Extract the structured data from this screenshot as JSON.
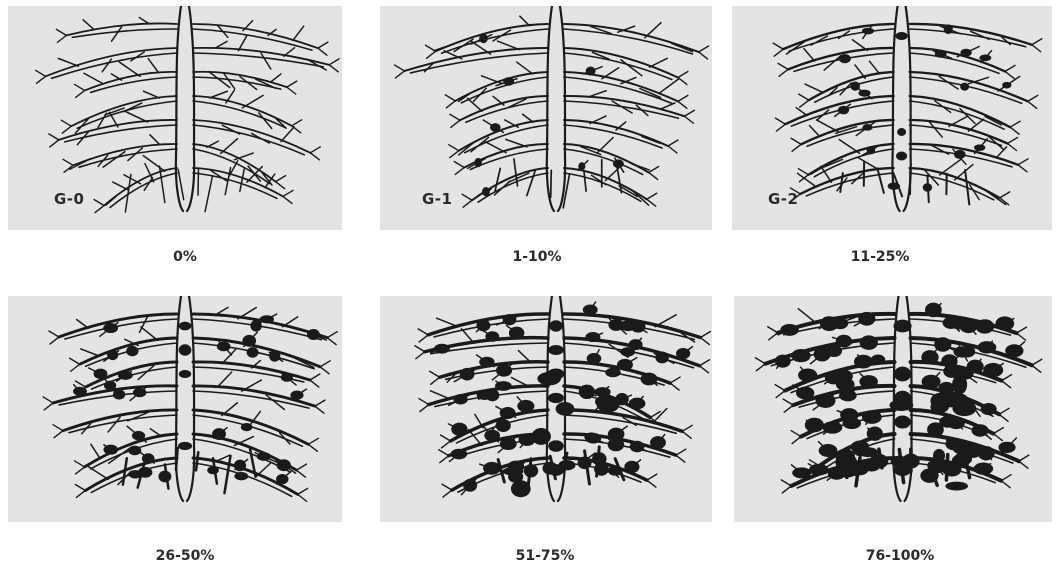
{
  "panels": [
    {
      "grade": "G-0",
      "caption": "0%",
      "gall_level": 0.0
    },
    {
      "grade": "G-1",
      "caption": "1-10%",
      "gall_level": 0.1
    },
    {
      "grade": "G-2",
      "caption": "11-25%",
      "gall_level": 0.25
    },
    {
      "grade": "",
      "caption": "26-50%",
      "gall_level": 0.5
    },
    {
      "grade": "",
      "caption": "51-75%",
      "gall_level": 0.75
    },
    {
      "grade": "",
      "caption": "76-100%",
      "gall_level": 1.0
    }
  ],
  "colors": {
    "panel_background": "#e4e4e4",
    "root_stroke": "#1a1a1a",
    "text": "#2a2a2a"
  }
}
